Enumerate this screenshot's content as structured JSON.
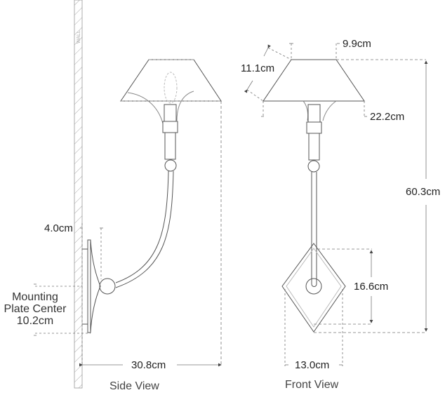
{
  "diagram": {
    "wall_label": "WALL",
    "views": {
      "side": {
        "title": "Side View"
      },
      "front": {
        "title": "Front View"
      }
    },
    "dimensions": {
      "shade_top_diameter": "9.9cm",
      "shade_slant_height": "11.1cm",
      "shade_bottom_diameter": "22.2cm",
      "overall_height": "60.3cm",
      "backplate_height": "16.6cm",
      "backplate_width": "13.0cm",
      "extension": "30.8cm",
      "backplate_depth": "4.0cm",
      "mounting_plate_center_line1": "Mounting",
      "mounting_plate_center_line2": "Plate Center",
      "mounting_plate_center_value": "10.2cm"
    },
    "colors": {
      "line": "#555555",
      "dashed": "#777777",
      "hatch": "#aaaaaa",
      "text": "#222222"
    }
  }
}
